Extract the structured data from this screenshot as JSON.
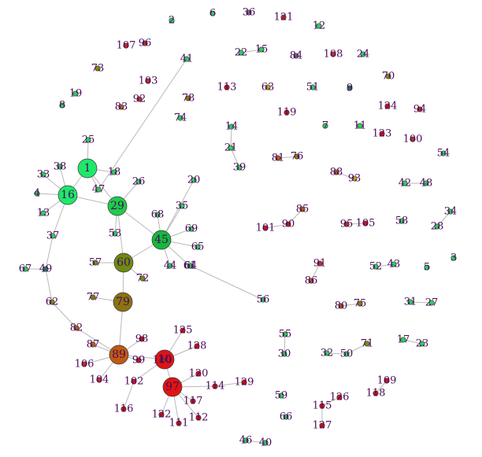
{
  "graph": {
    "label_color": "#4b0a5c",
    "edge_color": "#b9b9b9",
    "nodes": [
      {
        "id": "1",
        "label": "1",
        "color": "#1ee86a",
        "big": true
      },
      {
        "id": "16",
        "label": "16",
        "color": "#1ee86a",
        "big": true
      },
      {
        "id": "29",
        "label": "29",
        "color": "#1ecc4a",
        "big": true
      },
      {
        "id": "45",
        "label": "45",
        "color": "#16b83c",
        "big": true
      },
      {
        "id": "60",
        "label": "60",
        "color": "#6f8a14",
        "big": true
      },
      {
        "id": "79",
        "label": "79",
        "color": "#8a7410",
        "big": true
      },
      {
        "id": "89",
        "label": "89",
        "color": "#c05a12",
        "big": true
      },
      {
        "id": "10",
        "label": "10",
        "color": "#e01414",
        "big": true
      },
      {
        "id": "97",
        "label": "97",
        "color": "#e01414",
        "big": true
      },
      {
        "id": "25",
        "label": "25",
        "color": "#2ad05c"
      },
      {
        "id": "38",
        "label": "38",
        "color": "#2ad05c"
      },
      {
        "id": "33",
        "label": "33",
        "color": "#2ad05c"
      },
      {
        "id": "13",
        "label": "13",
        "color": "#2ad05c"
      },
      {
        "id": "4",
        "label": "4",
        "color": "#2ad05c"
      },
      {
        "id": "18",
        "label": "18",
        "color": "#2ad05c"
      },
      {
        "id": "47",
        "label": "47",
        "color": "#2ad05c"
      },
      {
        "id": "26",
        "label": "26",
        "color": "#2ad05c"
      },
      {
        "id": "37",
        "label": "37",
        "color": "#2ad05c"
      },
      {
        "id": "49",
        "label": "49",
        "color": "#1f7a58"
      },
      {
        "id": "67",
        "label": "67",
        "color": "#2ad05c"
      },
      {
        "id": "62",
        "label": "62",
        "color": "#7a8a14"
      },
      {
        "id": "82",
        "label": "82",
        "color": "#b05a14"
      },
      {
        "id": "87",
        "label": "87",
        "color": "#c05a12"
      },
      {
        "id": "106",
        "label": "106",
        "color": "#c03020"
      },
      {
        "id": "104",
        "label": "104",
        "color": "#c03020"
      },
      {
        "id": "98",
        "label": "98",
        "color": "#d01414"
      },
      {
        "id": "99",
        "label": "99",
        "color": "#d01414"
      },
      {
        "id": "102",
        "label": "102",
        "color": "#d01414"
      },
      {
        "id": "116",
        "label": "116",
        "color": "#d01414"
      },
      {
        "id": "125",
        "label": "125",
        "color": "#d01414"
      },
      {
        "id": "128",
        "label": "128",
        "color": "#d01414"
      },
      {
        "id": "120",
        "label": "120",
        "color": "#d01414"
      },
      {
        "id": "114",
        "label": "114",
        "color": "#d01414"
      },
      {
        "id": "129",
        "label": "129",
        "color": "#d01414"
      },
      {
        "id": "117",
        "label": "117",
        "color": "#d01414"
      },
      {
        "id": "122",
        "label": "122",
        "color": "#d01414"
      },
      {
        "id": "111",
        "label": "111",
        "color": "#d01414"
      },
      {
        "id": "112",
        "label": "112",
        "color": "#d01414"
      },
      {
        "id": "20",
        "label": "20",
        "color": "#2ad05c"
      },
      {
        "id": "35",
        "label": "35",
        "color": "#2ad05c"
      },
      {
        "id": "68",
        "label": "68",
        "color": "#2ad05c"
      },
      {
        "id": "69",
        "label": "69",
        "color": "#2ad05c"
      },
      {
        "id": "65",
        "label": "65",
        "color": "#2ad05c"
      },
      {
        "id": "64",
        "label": "64",
        "color": "#2ad05c"
      },
      {
        "id": "44",
        "label": "44",
        "color": "#2ad05c"
      },
      {
        "id": "72",
        "label": "72",
        "color": "#7a8a14"
      },
      {
        "id": "53",
        "label": "53",
        "color": "#2ad05c"
      },
      {
        "id": "57",
        "label": "57",
        "color": "#6f8a14"
      },
      {
        "id": "77",
        "label": "77",
        "color": "#8a7410"
      },
      {
        "id": "2",
        "label": "2",
        "color": "#2ad05c"
      },
      {
        "id": "6",
        "label": "6",
        "color": "#2ad05c"
      },
      {
        "id": "36",
        "label": "36",
        "color": "#7a6a7a"
      },
      {
        "id": "121",
        "label": "121",
        "color": "#c03020"
      },
      {
        "id": "12",
        "label": "12",
        "color": "#2ad05c"
      },
      {
        "id": "107",
        "label": "107",
        "color": "#c03020"
      },
      {
        "id": "96",
        "label": "96",
        "color": "#c03020"
      },
      {
        "id": "41",
        "label": "41",
        "color": "#2ad05c"
      },
      {
        "id": "22",
        "label": "22",
        "color": "#2ad05c"
      },
      {
        "id": "15",
        "label": "15",
        "color": "#2ad05c"
      },
      {
        "id": "84",
        "label": "84",
        "color": "#7a6a7a"
      },
      {
        "id": "108",
        "label": "108",
        "color": "#c03020"
      },
      {
        "id": "24",
        "label": "24",
        "color": "#2ad05c"
      },
      {
        "id": "73",
        "label": "73",
        "color": "#7a8a14"
      },
      {
        "id": "70",
        "label": "70",
        "color": "#7a8a14"
      },
      {
        "id": "103",
        "label": "103",
        "color": "#c03020"
      },
      {
        "id": "19",
        "label": "19",
        "color": "#2ad05c"
      },
      {
        "id": "8",
        "label": "8",
        "color": "#2ad05c"
      },
      {
        "id": "83",
        "label": "83",
        "color": "#b05a14"
      },
      {
        "id": "92",
        "label": "92",
        "color": "#c03020"
      },
      {
        "id": "78",
        "label": "78",
        "color": "#8a7410"
      },
      {
        "id": "74",
        "label": "74",
        "color": "#2ad05c"
      },
      {
        "id": "113",
        "label": "113",
        "color": "#d01414"
      },
      {
        "id": "63",
        "label": "63",
        "color": "#c0a018"
      },
      {
        "id": "51",
        "label": "51",
        "color": "#2ad05c"
      },
      {
        "id": "9",
        "label": "9",
        "color": "#1f7a58"
      },
      {
        "id": "124",
        "label": "124",
        "color": "#d01414"
      },
      {
        "id": "94",
        "label": "94",
        "color": "#c03020"
      },
      {
        "id": "119",
        "label": "119",
        "color": "#d01414"
      },
      {
        "id": "14",
        "label": "14",
        "color": "#2ad05c"
      },
      {
        "id": "7",
        "label": "7",
        "color": "#2ad05c"
      },
      {
        "id": "11",
        "label": "11",
        "color": "#2ad05c"
      },
      {
        "id": "100",
        "label": "100",
        "color": "#c03020"
      },
      {
        "id": "123",
        "label": "123",
        "color": "#d01414"
      },
      {
        "id": "54",
        "label": "54",
        "color": "#2ad05c"
      },
      {
        "id": "21",
        "label": "21",
        "color": "#2ad05c"
      },
      {
        "id": "39",
        "label": "39",
        "color": "#2ad05c"
      },
      {
        "id": "81",
        "label": "81",
        "color": "#b05a14"
      },
      {
        "id": "76",
        "label": "76",
        "color": "#8a7410"
      },
      {
        "id": "88",
        "label": "88",
        "color": "#b05a14"
      },
      {
        "id": "93",
        "label": "93",
        "color": "#c0a018"
      },
      {
        "id": "42",
        "label": "42",
        "color": "#2ad05c"
      },
      {
        "id": "48",
        "label": "48",
        "color": "#2ad05c"
      },
      {
        "id": "34",
        "label": "34",
        "color": "#2ad05c"
      },
      {
        "id": "28",
        "label": "28",
        "color": "#2ad05c"
      },
      {
        "id": "85",
        "label": "85",
        "color": "#b05a14"
      },
      {
        "id": "101",
        "label": "101",
        "color": "#d01414"
      },
      {
        "id": "90",
        "label": "90",
        "color": "#d01414"
      },
      {
        "id": "95",
        "label": "95",
        "color": "#c03020"
      },
      {
        "id": "105",
        "label": "105",
        "color": "#d01414"
      },
      {
        "id": "58",
        "label": "58",
        "color": "#2ad05c"
      },
      {
        "id": "3",
        "label": "3",
        "color": "#2ad05c"
      },
      {
        "id": "91",
        "label": "91",
        "color": "#c03020"
      },
      {
        "id": "86",
        "label": "86",
        "color": "#b05a14"
      },
      {
        "id": "52",
        "label": "52",
        "color": "#2ad05c"
      },
      {
        "id": "43",
        "label": "43",
        "color": "#2ad05c"
      },
      {
        "id": "5",
        "label": "5",
        "color": "#2ad05c"
      },
      {
        "id": "80",
        "label": "80",
        "color": "#b05a14"
      },
      {
        "id": "75",
        "label": "75",
        "color": "#8a7410"
      },
      {
        "id": "31",
        "label": "31",
        "color": "#2ad05c"
      },
      {
        "id": "27",
        "label": "27",
        "color": "#2ad05c"
      },
      {
        "id": "55",
        "label": "55",
        "color": "#2ad05c"
      },
      {
        "id": "30",
        "label": "30",
        "color": "#2ad05c"
      },
      {
        "id": "32",
        "label": "32",
        "color": "#2ad05c"
      },
      {
        "id": "50",
        "label": "50",
        "color": "#2ad05c"
      },
      {
        "id": "71",
        "label": "71",
        "color": "#7a8a14"
      },
      {
        "id": "17",
        "label": "17",
        "color": "#2ad05c"
      },
      {
        "id": "23",
        "label": "23",
        "color": "#2ad05c"
      },
      {
        "id": "109",
        "label": "109",
        "color": "#d01414"
      },
      {
        "id": "118",
        "label": "118",
        "color": "#d01414"
      },
      {
        "id": "59",
        "label": "59",
        "color": "#2ad05c"
      },
      {
        "id": "126",
        "label": "126",
        "color": "#d01414"
      },
      {
        "id": "115",
        "label": "115",
        "color": "#d01414"
      },
      {
        "id": "66",
        "label": "66",
        "color": "#2ad05c"
      },
      {
        "id": "127",
        "label": "127",
        "color": "#d01414"
      },
      {
        "id": "46",
        "label": "46",
        "color": "#2ad05c"
      },
      {
        "id": "40",
        "label": "40",
        "color": "#2ad05c"
      },
      {
        "id": "56",
        "label": "56",
        "color": "#2ad05c"
      },
      {
        "id": "61",
        "label": "61",
        "color": "#2ad05c"
      },
      {
        "id": "110",
        "label": "110",
        "color": "#d01414"
      }
    ],
    "edges": [
      [
        "1",
        "25"
      ],
      [
        "1",
        "16"
      ],
      [
        "1",
        "18"
      ],
      [
        "1",
        "29"
      ],
      [
        "1",
        "47"
      ],
      [
        "16",
        "38"
      ],
      [
        "16",
        "33"
      ],
      [
        "16",
        "4"
      ],
      [
        "16",
        "13"
      ],
      [
        "16",
        "29"
      ],
      [
        "16",
        "37"
      ],
      [
        "29",
        "26"
      ],
      [
        "29",
        "45"
      ],
      [
        "29",
        "53"
      ],
      [
        "29",
        "60"
      ],
      [
        "45",
        "20"
      ],
      [
        "45",
        "35"
      ],
      [
        "45",
        "68"
      ],
      [
        "45",
        "69"
      ],
      [
        "45",
        "65"
      ],
      [
        "45",
        "61"
      ],
      [
        "45",
        "44"
      ],
      [
        "45",
        "60"
      ],
      [
        "60",
        "57"
      ],
      [
        "60",
        "72"
      ],
      [
        "60",
        "79"
      ],
      [
        "37",
        "49"
      ],
      [
        "49",
        "67"
      ],
      [
        "49",
        "62"
      ],
      [
        "62",
        "82"
      ],
      [
        "82",
        "89"
      ],
      [
        "79",
        "77"
      ],
      [
        "79",
        "89"
      ],
      [
        "89",
        "87"
      ],
      [
        "89",
        "106"
      ],
      [
        "89",
        "104"
      ],
      [
        "89",
        "98"
      ],
      [
        "89",
        "99"
      ],
      [
        "89",
        "10"
      ],
      [
        "10",
        "125"
      ],
      [
        "10",
        "128"
      ],
      [
        "10",
        "97"
      ],
      [
        "10",
        "102"
      ],
      [
        "102",
        "116"
      ],
      [
        "97",
        "120"
      ],
      [
        "97",
        "114"
      ],
      [
        "97",
        "117"
      ],
      [
        "97",
        "122"
      ],
      [
        "97",
        "111"
      ],
      [
        "97",
        "112"
      ],
      [
        "114",
        "129"
      ],
      [
        "41",
        "47"
      ],
      [
        "22",
        "15"
      ],
      [
        "14",
        "21"
      ],
      [
        "21",
        "39"
      ],
      [
        "81",
        "76"
      ],
      [
        "88",
        "93"
      ],
      [
        "42",
        "48"
      ],
      [
        "34",
        "28"
      ],
      [
        "85",
        "90"
      ],
      [
        "90",
        "101"
      ],
      [
        "95",
        "105"
      ],
      [
        "91",
        "86"
      ],
      [
        "52",
        "43"
      ],
      [
        "80",
        "75"
      ],
      [
        "31",
        "27"
      ],
      [
        "55",
        "30"
      ],
      [
        "32",
        "50"
      ],
      [
        "50",
        "71"
      ],
      [
        "17",
        "23"
      ],
      [
        "109",
        "118"
      ],
      [
        "126",
        "115"
      ],
      [
        "115",
        "127"
      ],
      [
        "46",
        "40"
      ],
      [
        "64",
        "56"
      ]
    ]
  }
}
